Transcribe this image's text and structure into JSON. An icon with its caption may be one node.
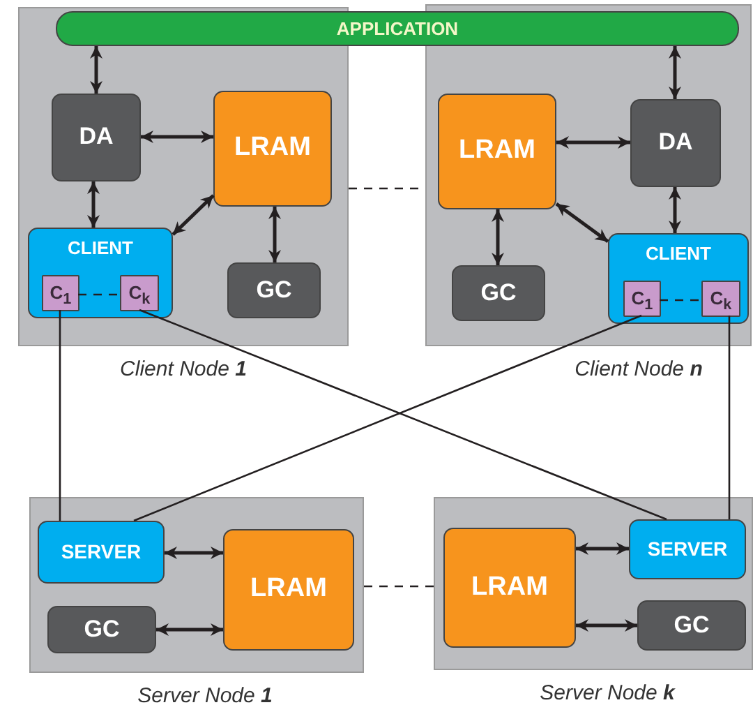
{
  "diagram": {
    "nodes": [
      {
        "text": [
          "APPLICATION"
        ]
      },
      {
        "text": [
          "Client Node **1**"
        ]
      },
      {
        "text": [
          "DA"
        ],
        "in": 1
      },
      {
        "text": [
          "LRAM"
        ],
        "in": 1
      },
      {
        "text": [
          "CLIENT"
        ],
        "in": 1
      },
      {
        "text": [
          "C$_{1}$"
        ],
        "in": 4
      },
      {
        "text": [
          "C$_{k}$"
        ],
        "in": 4
      },
      {
        "text": [
          "GC"
        ],
        "in": 1
      },
      {
        "text": [
          "Client Node **n**"
        ]
      },
      {
        "text": [
          "LRAM"
        ],
        "in": 8
      },
      {
        "text": [
          "DA"
        ],
        "in": 8
      },
      {
        "text": [
          "CLIENT"
        ],
        "in": 8
      },
      {
        "text": [
          "C$_{1}$"
        ],
        "in": 11
      },
      {
        "text": [
          "C$_{k}$"
        ],
        "in": 11
      },
      {
        "text": [
          "GC"
        ],
        "in": 8
      },
      {
        "text": [
          "Server Node **1**"
        ]
      },
      {
        "text": [
          "SERVER"
        ],
        "in": 15
      },
      {
        "text": [
          "LRAM"
        ],
        "in": 15
      },
      {
        "text": [
          "GC"
        ],
        "in": 15
      },
      {
        "text": [
          "Server Node **k**"
        ]
      },
      {
        "text": [
          "LRAM"
        ],
        "in": 19
      },
      {
        "text": [
          "SERVER"
        ],
        "in": 19
      },
      {
        "text": [
          "GC"
        ],
        "in": 19
      }
    ],
    "edges": [
      {
        "from": 0,
        "to": 2,
        "arrow": "both"
      },
      {
        "from": 2,
        "to": 3,
        "arrow": "both"
      },
      {
        "from": 2,
        "to": 4,
        "arrow": "both"
      },
      {
        "from": 4,
        "to": 3,
        "arrow": "both"
      },
      {
        "from": 3,
        "to": 7,
        "arrow": "both"
      },
      {
        "from": 0,
        "to": 10,
        "arrow": "both"
      },
      {
        "from": 9,
        "to": 10,
        "arrow": "both"
      },
      {
        "from": 10,
        "to": 11,
        "arrow": "both"
      },
      {
        "from": 9,
        "to": 11,
        "arrow": "both"
      },
      {
        "from": 9,
        "to": 14,
        "arrow": "both"
      },
      {
        "from": 5,
        "to": 6,
        "arrow": "none",
        "style": "dashed"
      },
      {
        "from": 12,
        "to": 13,
        "arrow": "none",
        "style": "dashed"
      },
      {
        "from": 1,
        "to": 8,
        "arrow": "none",
        "style": "dashed"
      },
      {
        "from": 15,
        "to": 19,
        "arrow": "none",
        "style": "dashed"
      },
      {
        "from": 5,
        "to": 16,
        "arrow": "none"
      },
      {
        "from": 6,
        "to": 21,
        "arrow": "none"
      },
      {
        "from": 12,
        "to": 16,
        "arrow": "none"
      },
      {
        "from": 13,
        "to": 21,
        "arrow": "none"
      },
      {
        "from": 16,
        "to": 17,
        "arrow": "both"
      },
      {
        "from": 18,
        "to": 17,
        "arrow": "both"
      },
      {
        "from": 20,
        "to": 21,
        "arrow": "both"
      },
      {
        "from": 20,
        "to": 22,
        "arrow": "both"
      }
    ]
  }
}
